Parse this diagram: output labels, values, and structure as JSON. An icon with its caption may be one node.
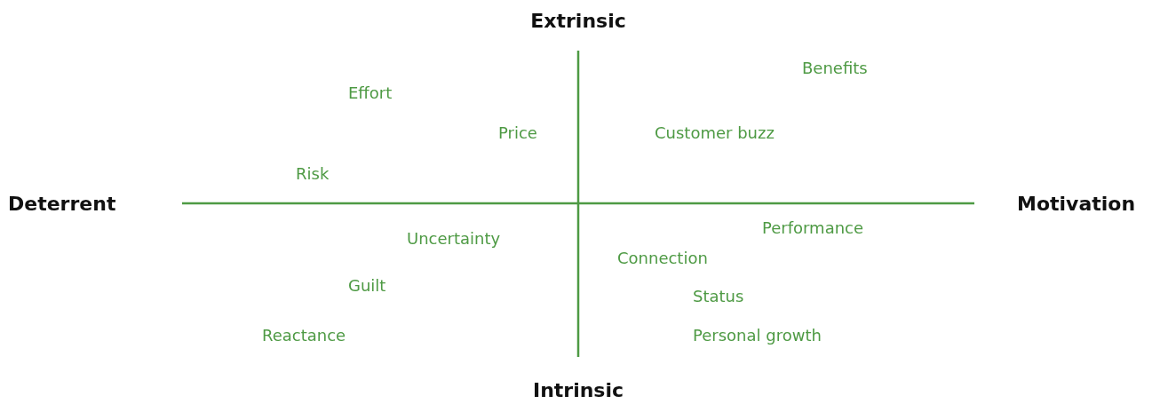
{
  "diagram": {
    "labels": [
      "Extrinsic",
      "Benefits",
      "Effort",
      "Price",
      "Customer buzz",
      "Risk",
      "Deterrent",
      "Motivation",
      "Performance",
      "Uncertainty",
      "Connection",
      "Guilt",
      "Status",
      "Reactance",
      "Personal growth",
      "Intrinsic"
    ]
  }
}
